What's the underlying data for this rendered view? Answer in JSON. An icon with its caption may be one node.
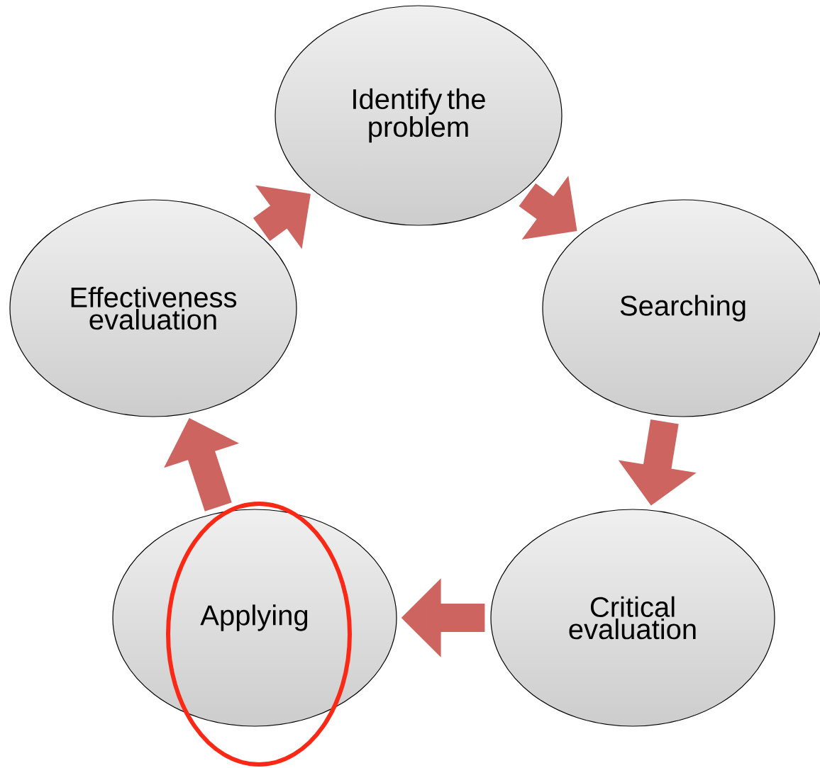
{
  "diagram": {
    "nodes": [
      {
        "text": [
          "Identify the problem"
        ]
      },
      {
        "text": [
          "Searching"
        ]
      },
      {
        "text": [
          "Critical evaluation"
        ]
      },
      {
        "text": [
          "Applying"
        ]
      },
      {
        "text": [
          "Effectiveness evaluation"
        ]
      }
    ],
    "edges": [
      {
        "from": 0,
        "to": 1,
        "arrow": "to"
      },
      {
        "from": 1,
        "to": 2,
        "arrow": "to"
      },
      {
        "from": 2,
        "to": 3,
        "arrow": "to"
      },
      {
        "from": 3,
        "to": 4,
        "arrow": "to"
      },
      {
        "from": 4,
        "to": 0,
        "arrow": "to"
      }
    ]
  }
}
